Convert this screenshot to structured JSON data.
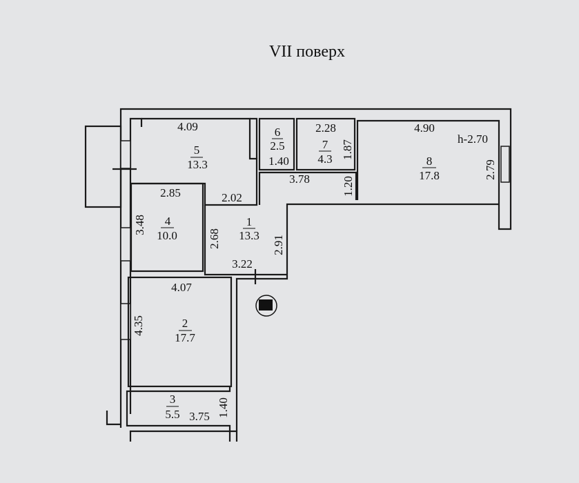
{
  "title": "VII поверх",
  "ceiling_height": "h-2.70",
  "rooms": [
    {
      "number": "1",
      "area": "13.3",
      "dims": [
        "3.78",
        "1.20",
        "2.68",
        "2.91",
        "3.22"
      ]
    },
    {
      "number": "2",
      "area": "17.7",
      "dims": [
        "4.07",
        "4.35"
      ]
    },
    {
      "number": "3",
      "area": "5.5",
      "dims": [
        "3.75",
        "1.40"
      ]
    },
    {
      "number": "4",
      "area": "10.0",
      "dims": [
        "2.85",
        "3.48"
      ]
    },
    {
      "number": "5",
      "area": "13.3",
      "dims": [
        "4.09",
        "2.02"
      ]
    },
    {
      "number": "6",
      "area": "2.5",
      "dims": [
        "1.40"
      ]
    },
    {
      "number": "7",
      "area": "4.3",
      "dims": [
        "2.28",
        "1.87"
      ]
    },
    {
      "number": "8",
      "area": "17.8",
      "dims": [
        "4.90",
        "2.79"
      ]
    }
  ],
  "icons": {
    "compass": "compass-icon"
  }
}
